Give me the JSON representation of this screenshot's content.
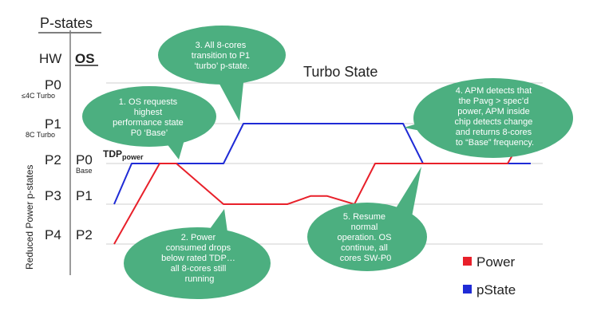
{
  "header": {
    "title": "P-states",
    "hw_label": "HW",
    "os_label": "OS"
  },
  "y_axis_label": "Reduced Power p-states",
  "levels": [
    {
      "hw": "P0",
      "hw_sub": "≤4C Turbo",
      "os": "",
      "os_sub": ""
    },
    {
      "hw": "P1",
      "hw_sub": "8C Turbo",
      "os": "",
      "os_sub": ""
    },
    {
      "hw": "P2",
      "hw_sub": "",
      "os": "P0",
      "os_sub": "Base"
    },
    {
      "hw": "P3",
      "hw_sub": "",
      "os": "P1",
      "os_sub": ""
    },
    {
      "hw": "P4",
      "hw_sub": "",
      "os": "P2",
      "os_sub": ""
    }
  ],
  "tdp": {
    "main": "TDP",
    "sub": "power"
  },
  "turbo_label": "Turbo State",
  "callouts": [
    {
      "id": "c1",
      "lines": [
        "1. OS requests",
        "highest",
        "performance state",
        "P0 ‘Base’"
      ]
    },
    {
      "id": "c2",
      "lines": [
        "2. Power",
        "consumed drops",
        "below rated TDP…",
        "all 8-cores still",
        "running"
      ]
    },
    {
      "id": "c3",
      "lines": [
        "3. All 8-cores",
        "transition to P1",
        "‘turbo’ p-state."
      ]
    },
    {
      "id": "c4",
      "lines": [
        "4. APM detects that",
        "the Pavg > spec’d",
        "power, APM inside",
        "chip detects change",
        "and returns 8-cores",
        "to “Base” frequency."
      ]
    },
    {
      "id": "c5",
      "lines": [
        "5. Resume",
        "normal",
        "operation.  OS",
        "continue, all",
        "cores SW-P0"
      ]
    }
  ],
  "legend": [
    {
      "label": "Power",
      "color": "#e8202a"
    },
    {
      "label": "pState",
      "color": "#1f2bd6"
    }
  ],
  "series": {
    "power": {
      "color": "#e8202a",
      "points": [
        [
          0,
          4
        ],
        [
          1,
          2
        ],
        [
          2,
          2
        ],
        [
          3,
          3
        ],
        [
          4,
          3
        ],
        [
          5,
          2.8
        ],
        [
          6,
          2.8
        ],
        [
          7,
          3
        ],
        [
          8,
          2
        ],
        [
          9,
          2
        ],
        [
          10,
          2
        ],
        [
          11,
          2
        ],
        [
          12,
          2
        ],
        [
          13,
          1
        ]
      ]
    },
    "pstate": {
      "color": "#1f2bd6",
      "points": [
        [
          0,
          3
        ],
        [
          1,
          2
        ],
        [
          2,
          2
        ],
        [
          3,
          1
        ],
        [
          4,
          1
        ],
        [
          5,
          1
        ],
        [
          6,
          1
        ],
        [
          7,
          2
        ],
        [
          8,
          2
        ],
        [
          9,
          2
        ],
        [
          10,
          2
        ]
      ]
    }
  },
  "colors": {
    "callout": "#4caf80",
    "grid": "#cfcfcf",
    "axis": "#7a7a7a"
  }
}
